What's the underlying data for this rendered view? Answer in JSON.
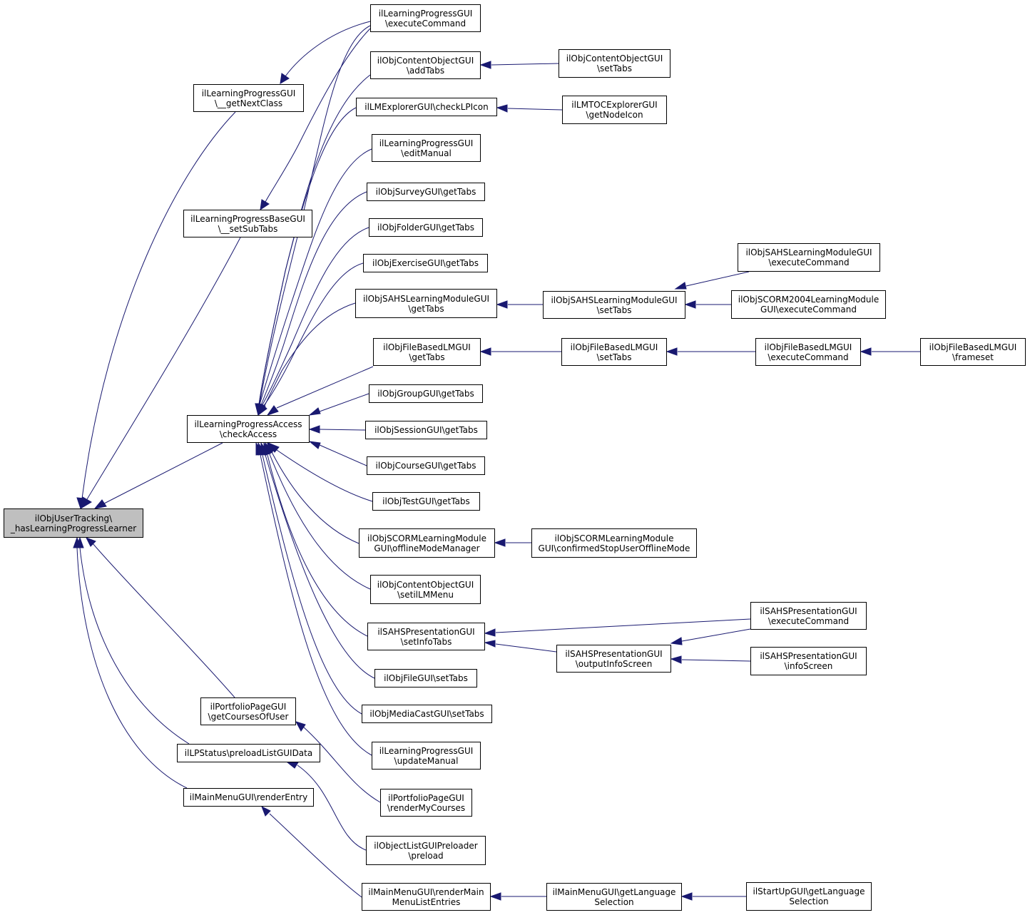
{
  "diagram": {
    "colors": {
      "edge": "#191970",
      "focus_fill": "#bfbfbf",
      "node_fill": "#ffffff",
      "border": "#000000"
    },
    "nodes": {
      "root": [
        "ilObjUserTracking\\",
        "_hasLearningProgressLearner"
      ],
      "lp_next": [
        "ilLearningProgressGUI",
        "\\__getNextClass"
      ],
      "lpb_sub": [
        "ilLearningProgressBaseGUI",
        "\\__setSubTabs"
      ],
      "lpa": [
        "ilLearningProgressAccess",
        "\\checkAccess"
      ],
      "port_courses": [
        "ilPortfolioPageGUI",
        "\\getCoursesOfUser"
      ],
      "lpstatus": [
        "ilLPStatus\\preloadListGUIData"
      ],
      "mm_render": [
        "ilMainMenuGUI\\renderEntry"
      ],
      "lp_exec": [
        "ilLearningProgressGUI",
        "\\executeCommand"
      ],
      "coo_add": [
        "ilObjContentObjectGUI",
        "\\addTabs"
      ],
      "lmexp": [
        "ilLMExplorerGUI\\checkLPIcon"
      ],
      "lp_edit": [
        "ilLearningProgressGUI",
        "\\editManual"
      ],
      "survey": [
        "ilObjSurveyGUI\\getTabs"
      ],
      "folder": [
        "ilObjFolderGUI\\getTabs"
      ],
      "exercise": [
        "ilObjExerciseGUI\\getTabs"
      ],
      "sahs_get": [
        "ilObjSAHSLearningModuleGUI",
        "\\getTabs"
      ],
      "fblm_get": [
        "ilObjFileBasedLMGUI",
        "\\getTabs"
      ],
      "group": [
        "ilObjGroupGUI\\getTabs"
      ],
      "session": [
        "ilObjSessionGUI\\getTabs"
      ],
      "course": [
        "ilObjCourseGUI\\getTabs"
      ],
      "test": [
        "ilObjTestGUI\\getTabs"
      ],
      "scorm_off": [
        "ilObjSCORMLearningModule",
        "GUI\\offlineModeManager"
      ],
      "coo_ilm": [
        "ilObjContentObjectGUI",
        "\\setilLMMenu"
      ],
      "sahs_pres": [
        "ilSAHSPresentationGUI",
        "\\setInfoTabs"
      ],
      "file": [
        "ilObjFileGUI\\setTabs"
      ],
      "mediacast": [
        "ilObjMediaCastGUI\\setTabs"
      ],
      "lp_update": [
        "ilLearningProgressGUI",
        "\\updateManual"
      ],
      "port_render": [
        "ilPortfolioPageGUI",
        "\\renderMyCourses"
      ],
      "objlist": [
        "ilObjectListGUIPreloader",
        "\\preload"
      ],
      "mm_list": [
        "ilMainMenuGUI\\renderMain",
        "MenuListEntries"
      ],
      "coo_set": [
        "ilObjContentObjectGUI",
        "\\setTabs"
      ],
      "lmtoc": [
        "ilLMTOCExplorerGUI",
        "\\getNodeIcon"
      ],
      "sahs_set": [
        "ilObjSAHSLearningModuleGUI",
        "\\setTabs"
      ],
      "fblm_set": [
        "ilObjFileBasedLMGUI",
        "\\setTabs"
      ],
      "scorm_conf": [
        "ilObjSCORMLearningModule",
        "GUI\\confirmedStopUserOfflineMode"
      ],
      "sahs_out": [
        "ilSAHSPresentationGUI",
        "\\outputInfoScreen"
      ],
      "mm_lang": [
        "ilMainMenuGUI\\getLanguage",
        "Selection"
      ],
      "sahs_exec": [
        "ilObjSAHSLearningModuleGUI",
        "\\executeCommand"
      ],
      "scorm2004": [
        "ilObjSCORM2004LearningModule",
        "GUI\\executeCommand"
      ],
      "fblm_exec": [
        "ilObjFileBasedLMGUI",
        "\\executeCommand"
      ],
      "sahsp_exec": [
        "ilSAHSPresentationGUI",
        "\\executeCommand"
      ],
      "sahsp_info": [
        "ilSAHSPresentationGUI",
        "\\infoScreen"
      ],
      "startup": [
        "ilStartUpGUI\\getLanguage",
        "Selection"
      ],
      "fblm_frame": [
        "ilObjFileBasedLMGUI",
        "\\frameset"
      ]
    },
    "edges": [
      [
        "lp_next",
        "root"
      ],
      [
        "lpb_sub",
        "root"
      ],
      [
        "lpa",
        "root"
      ],
      [
        "port_courses",
        "root"
      ],
      [
        "lpstatus",
        "root"
      ],
      [
        "mm_render",
        "root"
      ],
      [
        "lp_exec",
        "lp_next"
      ],
      [
        "lp_exec",
        "lpb_sub"
      ],
      [
        "lp_exec",
        "lpa"
      ],
      [
        "coo_add",
        "lpa"
      ],
      [
        "lmexp",
        "lpa"
      ],
      [
        "lp_edit",
        "lpa"
      ],
      [
        "survey",
        "lpa"
      ],
      [
        "folder",
        "lpa"
      ],
      [
        "exercise",
        "lpa"
      ],
      [
        "sahs_get",
        "lpa"
      ],
      [
        "fblm_get",
        "lpa"
      ],
      [
        "group",
        "lpa"
      ],
      [
        "session",
        "lpa"
      ],
      [
        "course",
        "lpa"
      ],
      [
        "test",
        "lpa"
      ],
      [
        "scorm_off",
        "lpa"
      ],
      [
        "coo_ilm",
        "lpa"
      ],
      [
        "sahs_pres",
        "lpa"
      ],
      [
        "file",
        "lpa"
      ],
      [
        "mediacast",
        "lpa"
      ],
      [
        "lp_update",
        "lpa"
      ],
      [
        "port_render",
        "port_courses"
      ],
      [
        "objlist",
        "lpstatus"
      ],
      [
        "mm_list",
        "mm_render"
      ],
      [
        "coo_set",
        "coo_add"
      ],
      [
        "lmtoc",
        "lmexp"
      ],
      [
        "sahs_set",
        "sahs_get"
      ],
      [
        "fblm_set",
        "fblm_get"
      ],
      [
        "scorm_conf",
        "scorm_off"
      ],
      [
        "sahsp_exec",
        "sahs_pres"
      ],
      [
        "sahs_out",
        "sahs_pres"
      ],
      [
        "mm_lang",
        "mm_list"
      ],
      [
        "sahs_exec",
        "sahs_set"
      ],
      [
        "scorm2004",
        "sahs_set"
      ],
      [
        "fblm_exec",
        "fblm_set"
      ],
      [
        "sahsp_exec",
        "sahs_out"
      ],
      [
        "sahsp_info",
        "sahs_out"
      ],
      [
        "startup",
        "mm_lang"
      ],
      [
        "fblm_frame",
        "fblm_exec"
      ]
    ]
  }
}
